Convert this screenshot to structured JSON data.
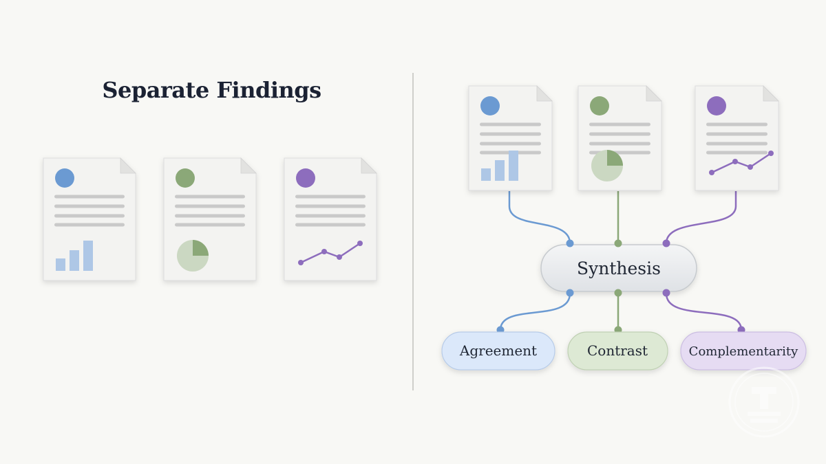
{
  "left_panel": {
    "title": "Separate Findings",
    "documents": [
      {
        "accent": "#6b9ad2",
        "chart": "bar"
      },
      {
        "accent": "#8ba878",
        "chart": "pie"
      },
      {
        "accent": "#8d6dbd",
        "chart": "line"
      }
    ]
  },
  "right_panel": {
    "documents": [
      {
        "accent": "#6b9ad2",
        "chart": "bar"
      },
      {
        "accent": "#8ba878",
        "chart": "pie"
      },
      {
        "accent": "#8d6dbd",
        "chart": "line"
      }
    ],
    "hub": {
      "label": "Synthesis"
    },
    "outcomes": [
      {
        "label": "Agreement",
        "fill": "#dbe8fa",
        "accent": "#6b9ad2"
      },
      {
        "label": "Contrast",
        "fill": "#dde9d4",
        "accent": "#8ba878"
      },
      {
        "label": "Complementarity",
        "fill": "#e6dcf3",
        "accent": "#8d6dbd"
      }
    ]
  },
  "colors": {
    "blue": "#6b9ad2",
    "green": "#8ba878",
    "purple": "#8d6dbd",
    "line_gray": "#c9c9c9",
    "background": "#f8f8f5"
  },
  "icons": [
    "bar-chart-icon",
    "pie-chart-icon",
    "line-chart-icon",
    "watermark-logo-icon"
  ]
}
